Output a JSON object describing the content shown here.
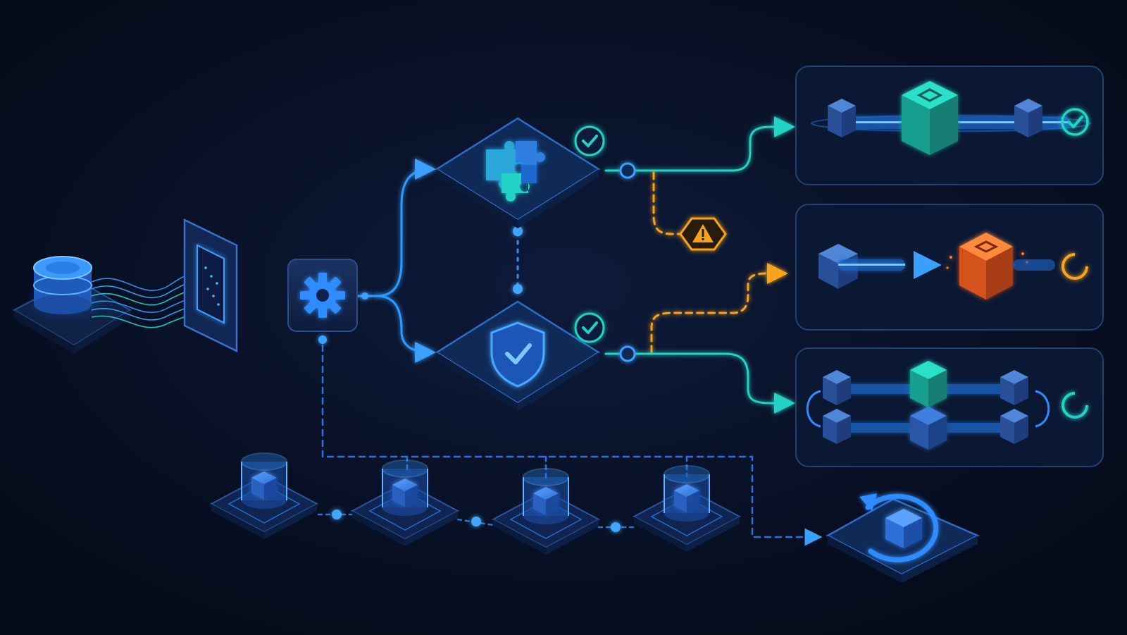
{
  "colors": {
    "background": "#060c1d",
    "primary_blue": "#2f8cff",
    "cyan": "#22d3c5",
    "warning_orange": "#f6a41c",
    "error_orange": "#f26a2e",
    "panel_border": "#243b6b"
  },
  "nodes": {
    "source": {
      "icon": "database-icon"
    },
    "ingest": {
      "icon": "gateway-panel-icon"
    },
    "processor": {
      "icon": "gear-icon"
    },
    "integration": {
      "icon": "puzzle-icon",
      "status": "success"
    },
    "validation": {
      "icon": "shield-check-icon",
      "status": "success"
    },
    "warning": {
      "icon": "warning-triangle-icon"
    }
  },
  "outcome_panels": [
    {
      "name": "pipeline-success",
      "status": "complete",
      "status_icon": "check-circle-icon"
    },
    {
      "name": "pipeline-error",
      "status": "pending",
      "status_icon": "loading-ring-icon"
    },
    {
      "name": "pipeline-parallel",
      "status": "pending",
      "status_icon": "loading-ring-icon"
    }
  ],
  "storage_nodes": [
    {
      "icon": "storage-cube-icon"
    },
    {
      "icon": "storage-cube-icon"
    },
    {
      "icon": "storage-cube-icon"
    },
    {
      "icon": "storage-cube-icon"
    }
  ],
  "restore": {
    "icon": "refresh-cube-icon"
  }
}
